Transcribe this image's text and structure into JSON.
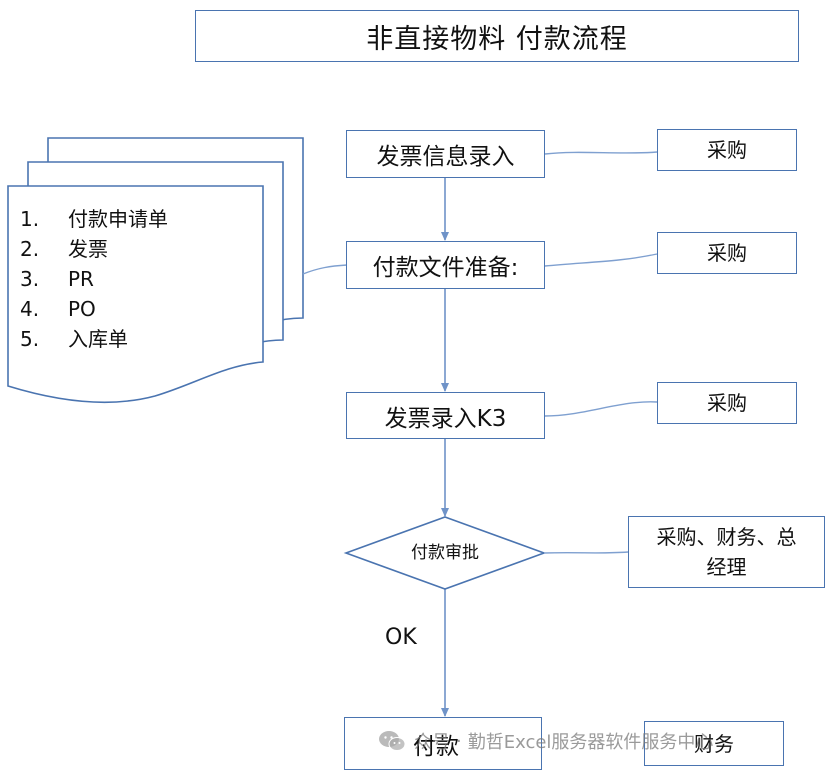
{
  "title": "非直接物料 付款流程",
  "steps": {
    "invoice_entry": "发票信息录入",
    "doc_prep": "付款文件准备:",
    "k3_entry": "发票录入K3",
    "approval": "付款审批",
    "payment": "付款"
  },
  "roles": {
    "invoice_entry": "采购",
    "doc_prep": "采购",
    "k3_entry": "采购",
    "approval_line1": "采购、财务、总",
    "approval_line2": "经理",
    "payment": "财务"
  },
  "documents": [
    {
      "num": "1.",
      "label": "付款申请单"
    },
    {
      "num": "2.",
      "label": "发票"
    },
    {
      "num": "3.",
      "label": "PR"
    },
    {
      "num": "4.",
      "label": "PO"
    },
    {
      "num": "5.",
      "label": "入库单"
    }
  ],
  "ok_label": "OK",
  "watermark": {
    "icon": "wechat-icon",
    "account": "众号",
    "separator": "·",
    "text": "勤哲Excel服务器软件服务中心"
  },
  "colors": {
    "line": "#4a74b0",
    "arrow": "#6f93c8",
    "connector": "#7fa0d0",
    "text": "#111111"
  }
}
